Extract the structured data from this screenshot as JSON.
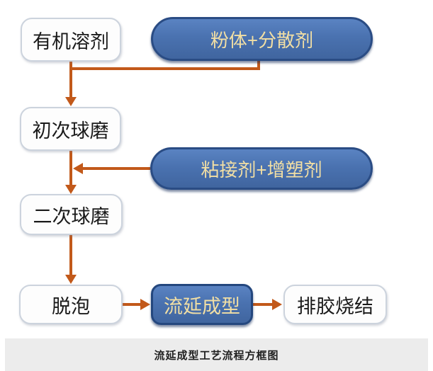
{
  "diagram": {
    "caption": "流延成型工艺流程方框图",
    "nodes": {
      "organic_solvent": "有机溶剂",
      "powder_dispersant": "粉体+分散剂",
      "first_ball_milling": "初次球磨",
      "binder_plasticizer": "粘接剂+增塑剂",
      "second_ball_milling": "二次球磨",
      "defoaming": "脱泡",
      "tape_casting": "流延成型",
      "binder_burnout_sintering": "排胶烧结"
    },
    "colors": {
      "process_pill_fill": "#4a72b0",
      "process_pill_border": "#2a4c84",
      "process_pill_text": "#f2dfa4",
      "arrow": "#c2591a",
      "step_box_fill": "#fdfdfd",
      "step_box_border": "#ccd3dd",
      "step_box_text": "#1a1a1a",
      "caption_bg": "#ececec",
      "caption_text": "#1f1f1f",
      "background": "#ffffff"
    }
  }
}
